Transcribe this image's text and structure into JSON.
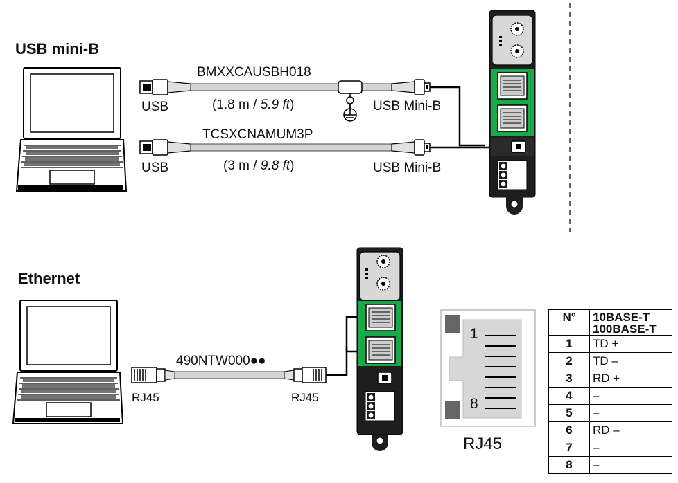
{
  "usb_section": {
    "heading": "USB mini-B",
    "cable1": {
      "name": "BMXXCAUSBH018",
      "len_a": "(1.8 m / ",
      "len_b": "5.9 ft",
      "len_c": ")",
      "left_end": "USB",
      "right_end": "USB Mini-B"
    },
    "cable2": {
      "name": "TCSXCNAMUM3P",
      "len_a": "(3 m / ",
      "len_b": "9.8 ft",
      "len_c": ")",
      "left_end": "USB",
      "right_end": "USB Mini-B"
    }
  },
  "ethernet_section": {
    "heading": "Ethernet",
    "cable": {
      "name": "490NTW000●●",
      "left_end": "RJ45",
      "right_end": "RJ45"
    }
  },
  "rj45_diagram": {
    "caption": "RJ45",
    "pin_first": "1",
    "pin_last": "8"
  },
  "pin_table": {
    "col1": "N°",
    "col2_line1": "10BASE-T",
    "col2_line2": "100BASE-T",
    "rows": [
      {
        "n": "1",
        "signal": "TD +"
      },
      {
        "n": "2",
        "signal": "TD –"
      },
      {
        "n": "3",
        "signal": "RD +"
      },
      {
        "n": "4",
        "signal": "–"
      },
      {
        "n": "5",
        "signal": "–"
      },
      {
        "n": "6",
        "signal": "RD –"
      },
      {
        "n": "7",
        "signal": "–"
      },
      {
        "n": "8",
        "signal": "–"
      }
    ]
  },
  "colors": {
    "module_green": "#19a84a",
    "cable_gray": "#d4d4d4",
    "module_body": "#1e1e1e"
  }
}
